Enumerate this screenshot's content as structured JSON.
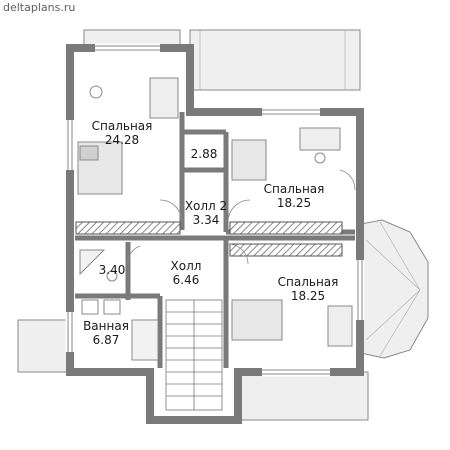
{
  "watermark": "deltaplans.ru",
  "colors": {
    "wall": "#7a7a7a",
    "floor": "#ffffff",
    "balcony": "#efefef",
    "furniture": "#9a9a9a",
    "text": "#1a1a1a"
  },
  "rooms": [
    {
      "id": "bedroom-1",
      "name": "Спальная",
      "area": "24.28"
    },
    {
      "id": "storage",
      "name": "",
      "area": "2.88"
    },
    {
      "id": "hall-2",
      "name": "Холл 2",
      "area": "3.34"
    },
    {
      "id": "bedroom-2",
      "name": "Спальная",
      "area": "18.25"
    },
    {
      "id": "bedroom-3",
      "name": "Спальная",
      "area": "18.25"
    },
    {
      "id": "hall",
      "name": "Холл",
      "area": "6.46"
    },
    {
      "id": "wc",
      "name": "",
      "area": "3.40"
    },
    {
      "id": "bathroom",
      "name": "Ванная",
      "area": "6.87"
    }
  ]
}
